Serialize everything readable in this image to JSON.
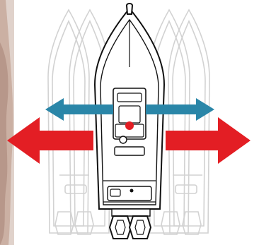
{
  "diagram": {
    "subject": "boat-top-view-sideways-movement",
    "colors": {
      "background": "#ffffff",
      "hand_skin": "#c9a796",
      "hand_shadow": "#8e7568",
      "ghost_hull": "#d6d6d6",
      "hull_outline": "#111111",
      "red_arrow": "#e31e24",
      "blue_arrow": "#2a86a8",
      "pivot_dot": "#e31e24"
    },
    "arrows": [
      {
        "name": "large-double-arrow",
        "color_key": "red_arrow"
      },
      {
        "name": "small-double-arrow",
        "color_key": "blue_arrow"
      }
    ],
    "icons": [
      "joystick-hand-icon",
      "pivot-point-icon",
      "outboard-engine-icon"
    ]
  }
}
